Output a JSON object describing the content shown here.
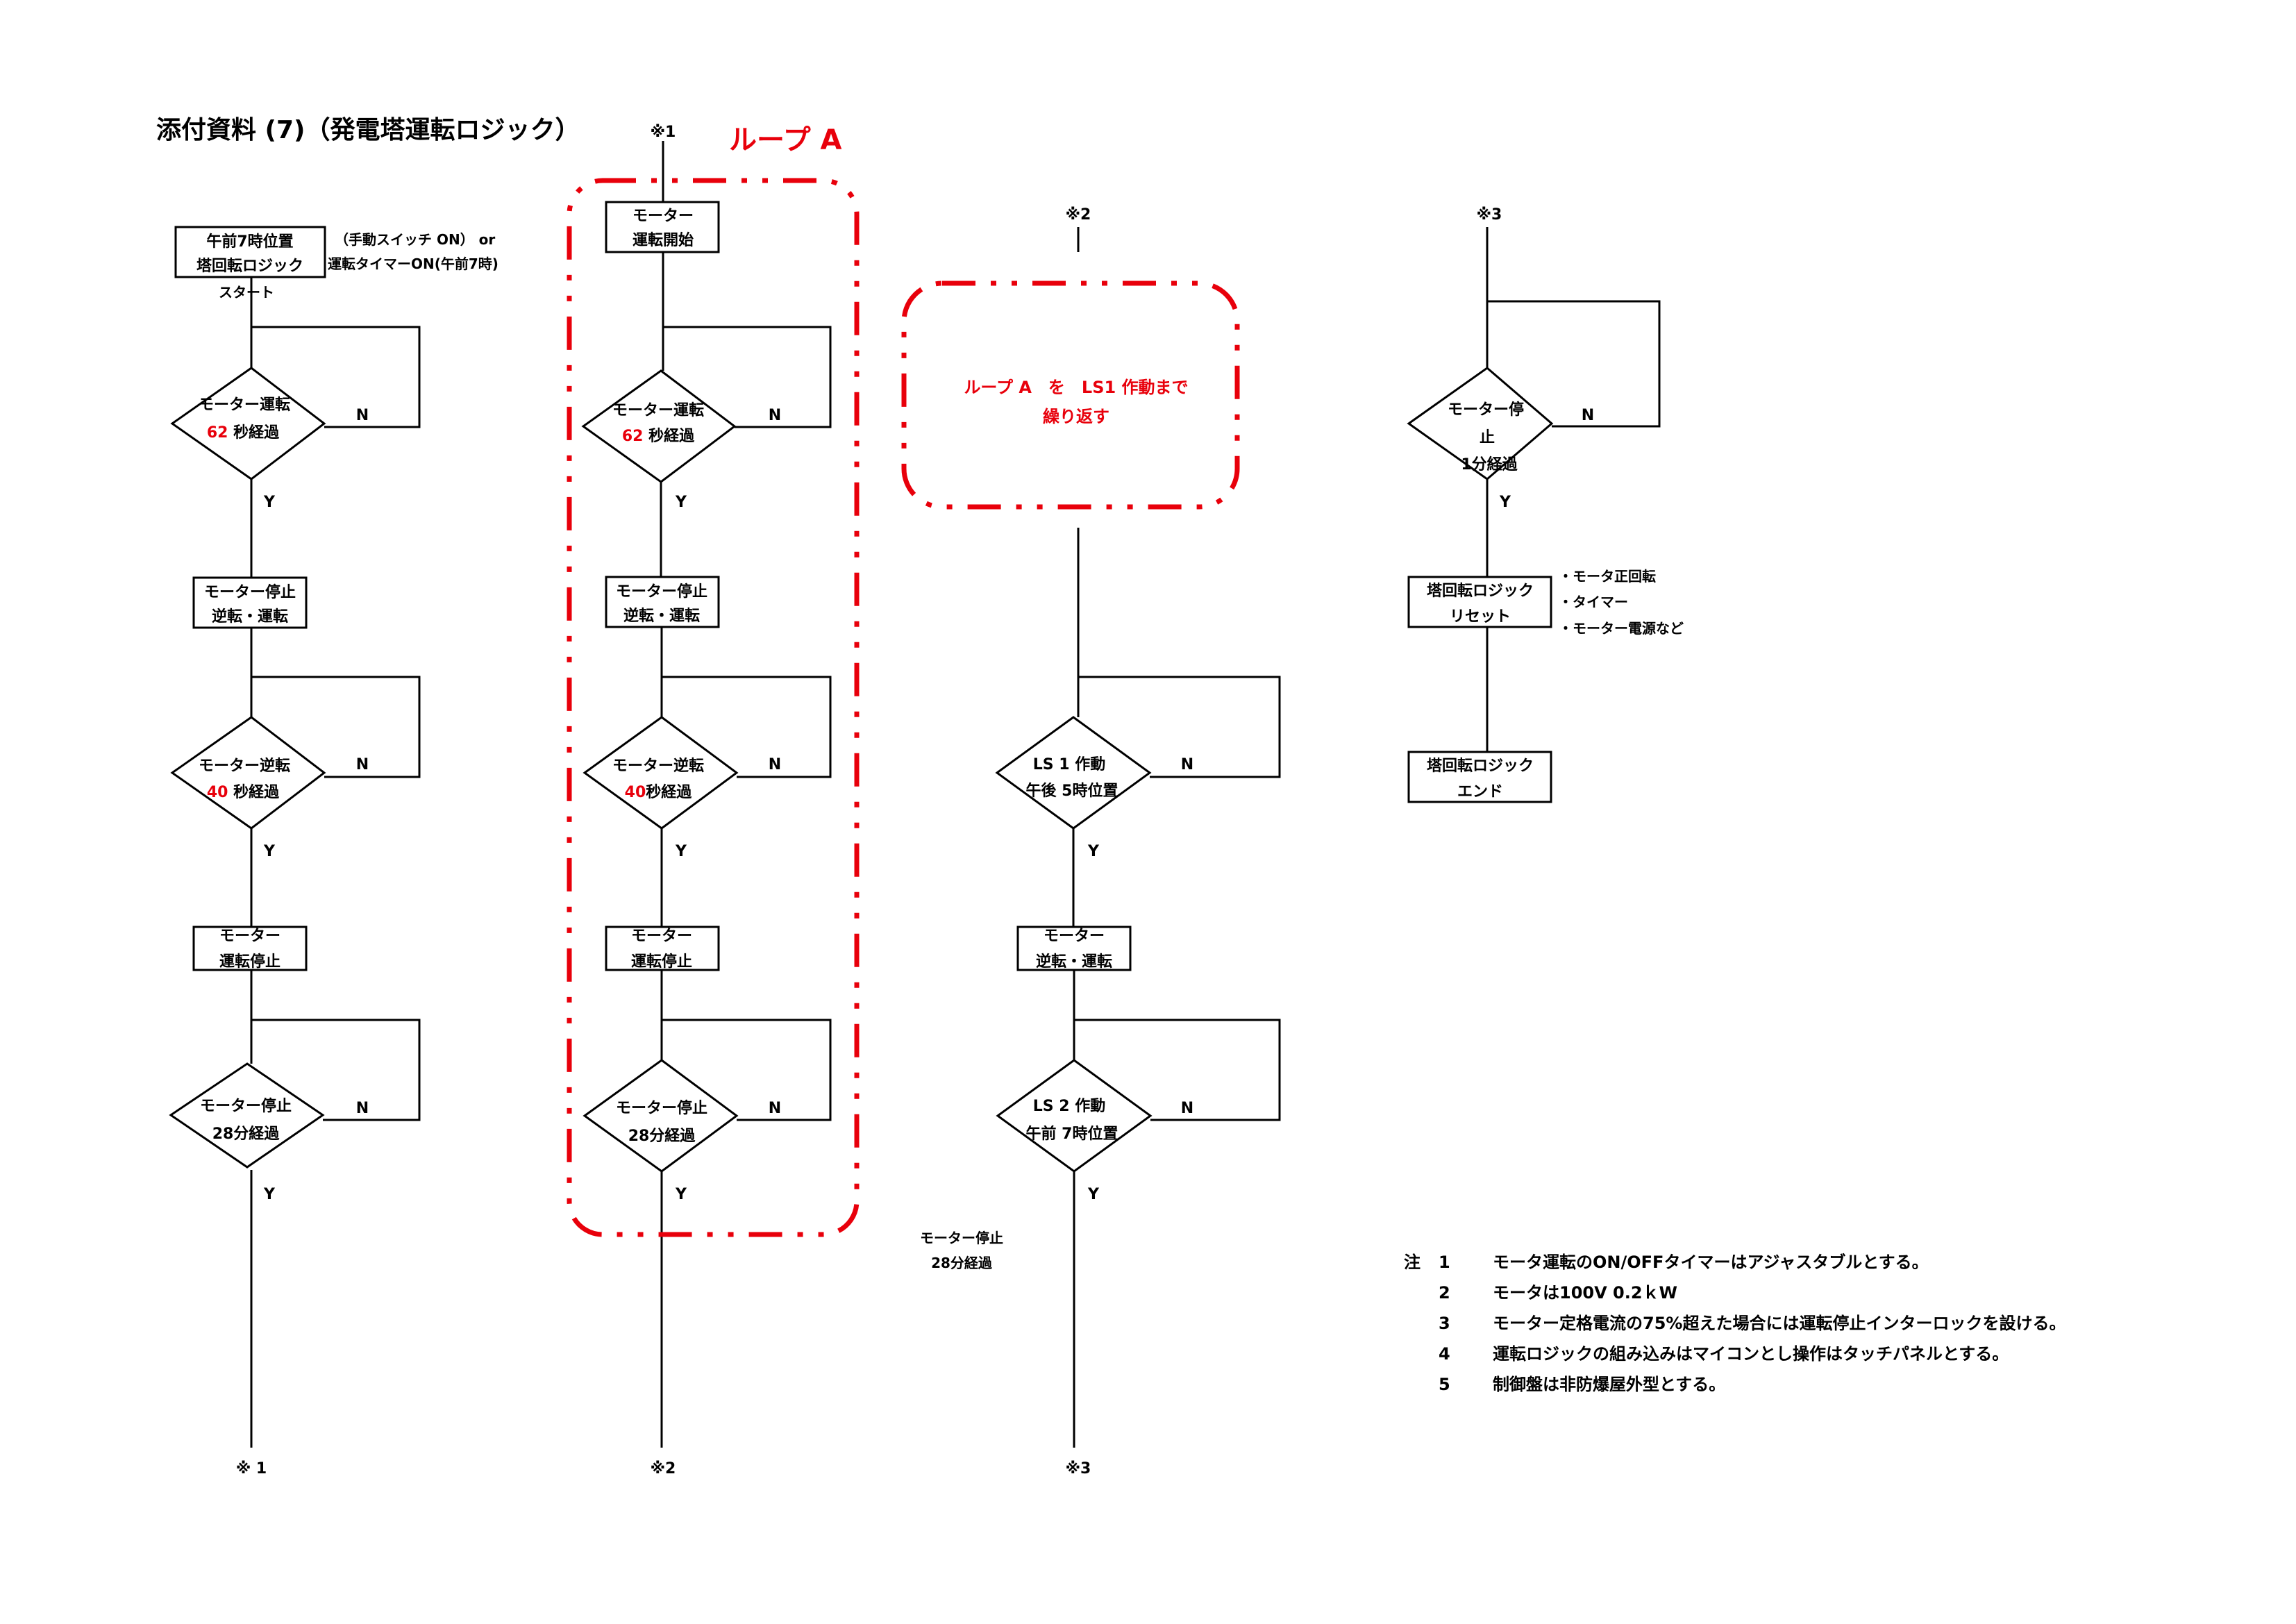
{
  "title": "添付資料 (7)（発電塔運転ロジック）",
  "loop_label": "ループ A",
  "connectors": {
    "c1": "※1",
    "c2": "※2",
    "c3": "※3"
  },
  "yes": "Y",
  "no": "N",
  "col1": {
    "start_box": [
      "午前7時位置",
      "塔回転ロジック"
    ],
    "start_label": "スタート",
    "trigger_note": [
      "（手動スイッチ ON） or",
      "運転タイマーON(午前7時)"
    ],
    "d1": {
      "line1": "モーター運転",
      "num": "62",
      "unit": " 秒経過"
    },
    "b1": [
      "モーター停止",
      "逆転・運転"
    ],
    "d2": {
      "line1": "モーター逆転",
      "num": "40",
      "unit": " 秒経過"
    },
    "b2": [
      "モーター",
      "運転停止"
    ],
    "d3": [
      "モーター停止",
      "28分経過"
    ],
    "end_connector": "※ 1"
  },
  "col2": {
    "top_connector": "※1",
    "b0": [
      "モーター",
      "運転開始"
    ],
    "d1": {
      "line1": "モーター運転",
      "num": "62",
      "unit": " 秒経過"
    },
    "b1": [
      "モーター停止",
      "逆転・運転"
    ],
    "d2": {
      "line1": "モーター逆転",
      "num": "40",
      "unit": "秒経過"
    },
    "b2": [
      "モーター",
      "運転停止"
    ],
    "d3": [
      "モーター停止",
      "28分経過"
    ],
    "end_connector": "※2"
  },
  "col3": {
    "top_connector": "※2",
    "loop_note": [
      "ループ A　を　LS1 作動まで",
      "繰り返す"
    ],
    "d1": [
      "LS 1 作動",
      "午後 5時位置"
    ],
    "b1": [
      "モーター",
      "逆転・運転"
    ],
    "d2": [
      "LS 2 作動",
      "午前 7時位置"
    ],
    "side_note": [
      "モーター停止",
      "28分経過"
    ],
    "end_connector": "※3"
  },
  "col4": {
    "top_connector": "※3",
    "d1": [
      "モーター停",
      "止",
      "1分経過"
    ],
    "b1": [
      "塔回転ロジック",
      "リセット"
    ],
    "reset_items": [
      "・モータ正回転",
      "・タイマー",
      "・モーター電源など"
    ],
    "b2": [
      "塔回転ロジック",
      "エンド"
    ]
  },
  "notes": {
    "prefix": "注",
    "items": [
      {
        "num": "1",
        "text": "モータ運転のON/OFFタイマーはアジャスタブルとする。"
      },
      {
        "num": "2",
        "text": "モータは100V 0.2ｋW"
      },
      {
        "num": "3",
        "text": "モーター定格電流の75%超えた場合には運転停止インターロックを設ける。"
      },
      {
        "num": "4",
        "text": "運転ロジックの組み込みはマイコンとし操作はタッチパネルとする。"
      },
      {
        "num": "5",
        "text": "制御盤は非防爆屋外型とする。"
      }
    ]
  },
  "colors": {
    "accent_red": "#e8000b",
    "line": "#000000"
  }
}
